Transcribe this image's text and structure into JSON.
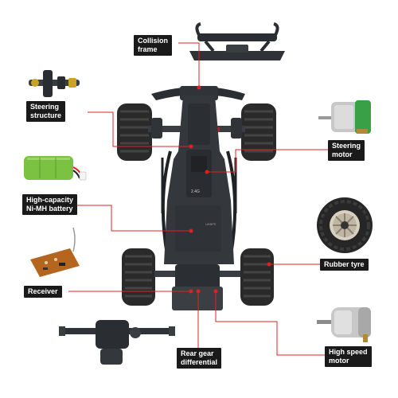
{
  "diagram": {
    "labels": {
      "collision_frame": "Collision\nframe",
      "steering_structure": "Steering\nstructure",
      "steering_motor": "Steering\nmotor",
      "battery": "High-capacity\nNi-MH battery",
      "rubber_tyre": "Rubber tyre",
      "receiver": "Receiver",
      "rear_gear_differential": "Rear gear\ndifferential",
      "high_speed_motor": "High speed\nmotor"
    },
    "chassis_marks": {
      "channel": "2.4G",
      "brand": "UKBPE"
    }
  },
  "colors": {
    "callout_line": "#e02020",
    "label_bg": "#1a1a1a",
    "label_text": "#ffffff",
    "chassis": "#34383d",
    "tyre": "#2a2a2a",
    "battery_green": "#7cc242",
    "pcb": "#b5651d",
    "motor_metal": "#c8c8c8"
  },
  "icons": [
    "collision-frame-illustration",
    "steering-structure-illustration",
    "steering-motor-illustration",
    "battery-pack-illustration",
    "rubber-tyre-illustration",
    "receiver-board-illustration",
    "rear-differential-illustration",
    "high-speed-motor-illustration",
    "rc-car-chassis-illustration"
  ]
}
